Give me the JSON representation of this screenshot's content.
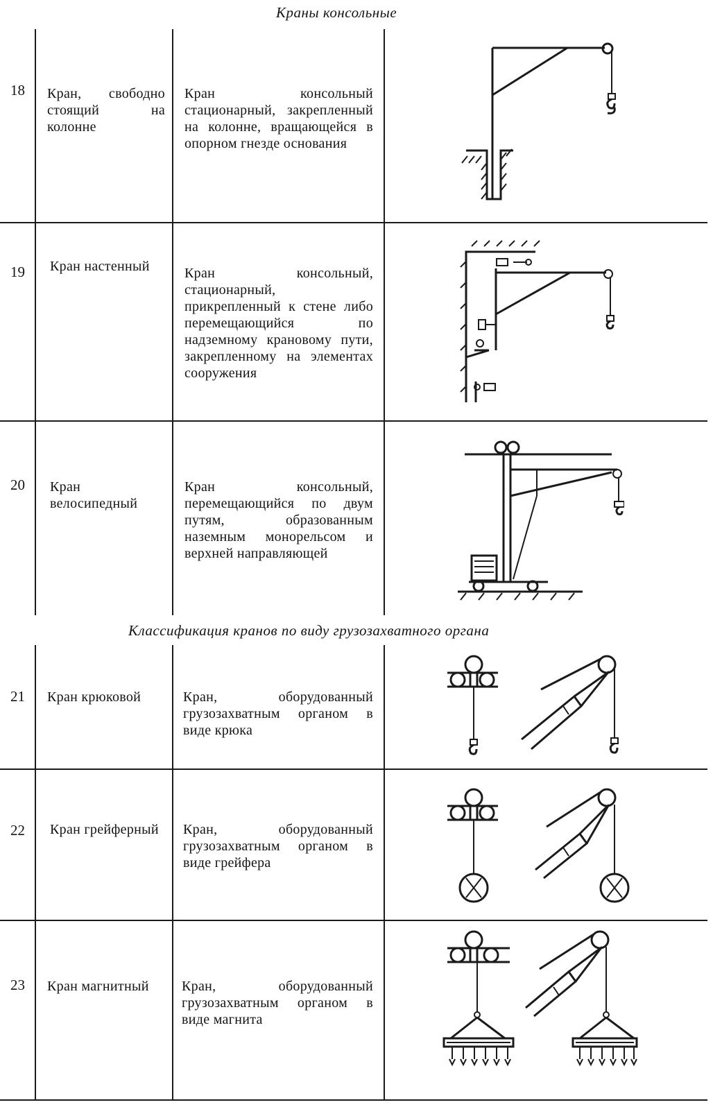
{
  "section_titles": {
    "console": "Краны консольные",
    "grab_class": "Классификация кранов по виду грузозахватного органа"
  },
  "rows": [
    {
      "num": "18",
      "name": "Кран, свободно стоящий на колонне",
      "description": "Кран консольный стационарный, закрепленный на колонне, вращающейся в опорном гнезде основания"
    },
    {
      "num": "19",
      "name": "Кран настенный",
      "description": "Кран консольный, стационарный, прикрепленный к стене либо перемещающийся по надземному крановому пути, закрепленному на элементах сооружения"
    },
    {
      "num": "20",
      "name": "Кран велосипедный",
      "description": "Кран консольный, перемещающийся по двум путям, образованным наземным монорельсом и верхней направляющей"
    },
    {
      "num": "21",
      "name": "Кран крюковой",
      "description": "Кран, оборудованный грузозахватным органом в виде крюка"
    },
    {
      "num": "22",
      "name": "Кран грейферный",
      "description": "Кран, оборудованный грузозахватным органом в виде грейфера"
    },
    {
      "num": "23",
      "name": "Кран магнитный",
      "description": "Кран, оборудованный грузозахватным органом в виде магнита"
    }
  ],
  "icons": {
    "row18": "column-crane-icon",
    "row19": "wall-crane-icon",
    "row20": "bicycle-crane-icon",
    "row21": "hook-crane-icon",
    "row22": "grab-crane-icon",
    "row23": "magnet-crane-icon"
  }
}
